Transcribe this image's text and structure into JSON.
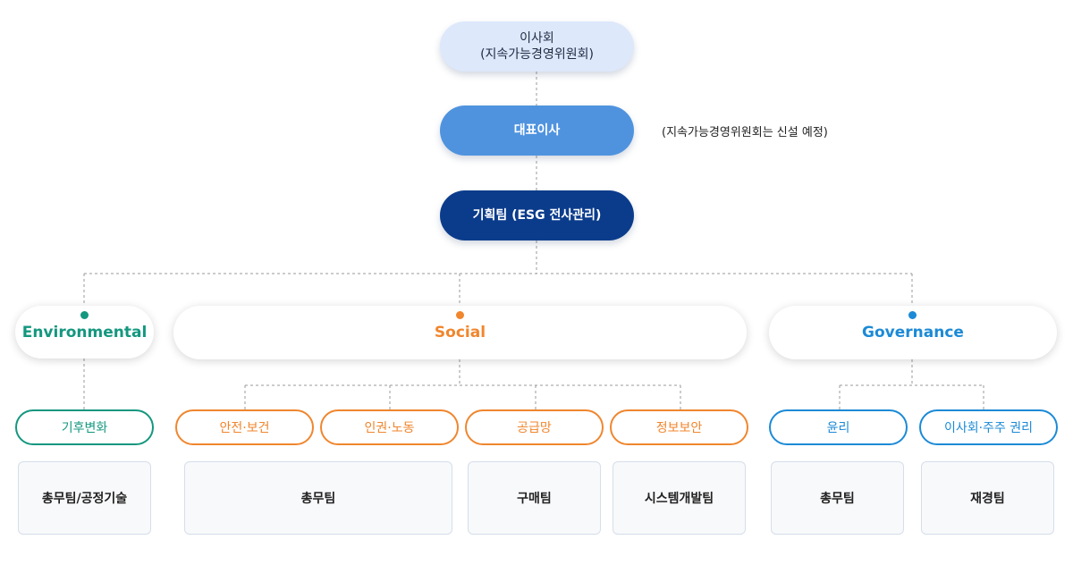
{
  "org_chart": {
    "board": {
      "line1": "이사회",
      "line2": "(지속가능경영위원회)"
    },
    "ceo": {
      "label": "대표이사",
      "note": "(지속가능경영위원회는 신설 예정)"
    },
    "planning": {
      "label": "기획팀 (ESG 전사관리)"
    },
    "categories": {
      "environmental": {
        "label": "Environmental",
        "color": "#14977f"
      },
      "social": {
        "label": "Social",
        "color": "#f0862d"
      },
      "governance": {
        "label": "Governance",
        "color": "#1c8ad6"
      }
    },
    "areas": [
      {
        "label": "기후변화",
        "team": "총무팀/공정기술"
      },
      {
        "label": "안전·보건",
        "team": "총무팀"
      },
      {
        "label": "인권·노동"
      },
      {
        "label": "공급망",
        "team": "구매팀"
      },
      {
        "label": "정보보안",
        "team": "시스템개발팀"
      },
      {
        "label": "윤리",
        "team": "총무팀"
      },
      {
        "label": "이사회·주주 권리",
        "team": "재경팀"
      }
    ]
  }
}
